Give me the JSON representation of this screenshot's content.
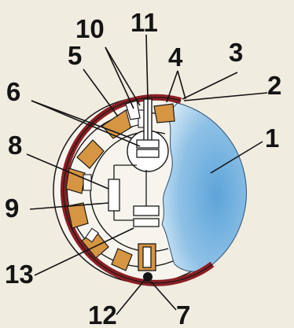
{
  "colors": {
    "background": "#f1ece0",
    "rim": "#8a1f24",
    "copper": "#d69542",
    "glass": "#7cb6e2",
    "glass_light": "#cfe6f6",
    "ink": "#1a1a1a",
    "white": "#ffffff"
  },
  "labels": {
    "l1": "1",
    "l2": "2",
    "l3": "3",
    "l4": "4",
    "l5": "5",
    "l6": "6",
    "l7": "7",
    "l8": "8",
    "l9": "9",
    "l10": "10",
    "l11": "11",
    "l12": "12",
    "l13": "13"
  }
}
